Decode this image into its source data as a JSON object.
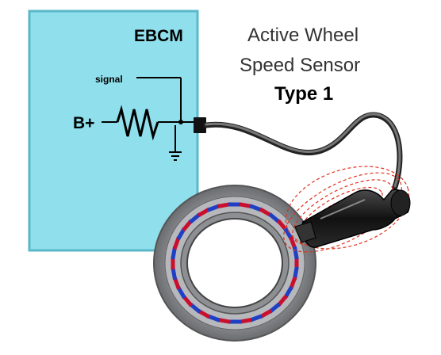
{
  "ebcm": {
    "label": "EBCM",
    "fill": "#8fe0ec",
    "stroke": "#5ab8c9"
  },
  "circuit": {
    "signal_label": "signal",
    "supply_label": "B+"
  },
  "title": {
    "line1": "Active Wheel",
    "line2": "Speed Sensor",
    "line3": "Type 1"
  },
  "tone_ring": {
    "magnet_colors": [
      "#c8102e",
      "#1f3fc4"
    ],
    "magnet_count": 36,
    "ring_color": "#8d8f93"
  },
  "field_lines_color": "#e0301e",
  "sensor_color": "#1a1a1a"
}
